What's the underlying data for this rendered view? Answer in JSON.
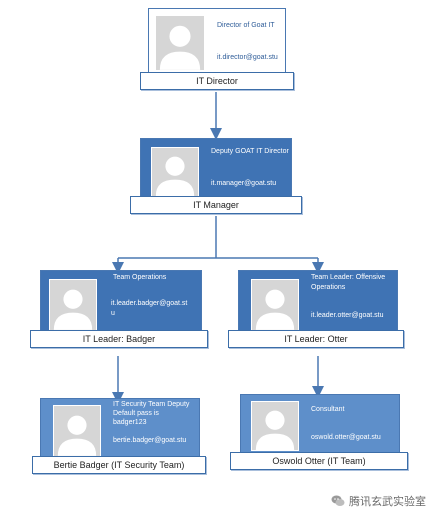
{
  "nodes": {
    "director": {
      "title": "Director of Goat IT",
      "email": "it.director@goat.stu",
      "label": "IT Director"
    },
    "manager": {
      "title": "Deputy GOAT IT Director",
      "email": "it.manager@goat.stu",
      "label": "IT Manager"
    },
    "badger": {
      "title": "Team Operations",
      "email_line1": "it.leader.badger@goat.st",
      "email_line2": "u",
      "label": "IT Leader: Badger"
    },
    "otter": {
      "title_line1": "Team Leader: Offensive",
      "title_line2": "Operations",
      "email": "it.leader.otter@goat.stu",
      "label": "IT Leader: Otter"
    },
    "bertie": {
      "line1": "IT Security Team Deputy",
      "line2": "Default pass is",
      "line3": "badger123",
      "email": "bertie.badger@goat.stu",
      "label": "Bertie Badger (IT Security Team)"
    },
    "oswold": {
      "title": "Consultant",
      "email": "oswold.otter@goat.stu",
      "label": "Oswold Otter (IT Team)"
    }
  },
  "watermark": {
    "text": "腾讯玄武实验室",
    "icon": "wechat-icon"
  }
}
